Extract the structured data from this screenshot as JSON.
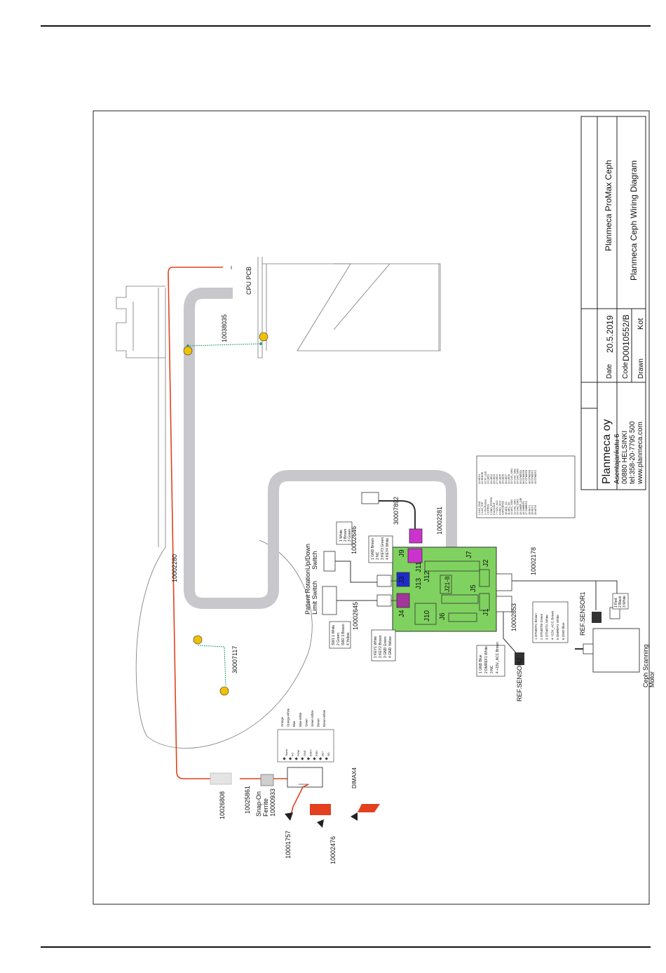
{
  "title_block": {
    "company": "Planmeca oy",
    "address_1": "Asentajankatu 6",
    "address_2": "00880 HELSINKI",
    "phone": "tel:358-20-7795 500",
    "web": "www.planmeca.com",
    "date_label": "Date",
    "date_value": "20.5.2019",
    "code_label": "Code",
    "code_value": "D0010552/B",
    "drawn_label": "Drawn",
    "drawn_value": "Kot",
    "product": "Planmeca ProMax Ceph",
    "drawing_title": "Planmeca Ceph Wiring Diagram"
  },
  "labels": {
    "cpu_pcb": "CPU PCB",
    "c10038035": "10038035",
    "c10002280": "10002280",
    "c30007117": "30007117",
    "c10002645": "10002645",
    "c10002646": "10002646",
    "c30007892": "30007892",
    "c10002281": "10002281",
    "c10002178": "10002178",
    "c10002853": "10002853",
    "ref_sensor1": "REF.SENSOR1",
    "ref_sensor2": "REF.SENSOR2",
    "ceph_motor_1": "Ceph Scanning",
    "ceph_motor_2": "Motor",
    "updown_1": "Up/Down",
    "updown_2": "Switch",
    "patient_1": "Patient Rotation",
    "patient_2": "Limit Switch",
    "dimax4": "DIMAX4",
    "c10026808": "10026808",
    "c10025861": "10025861",
    "snapon_1": "Snap-On",
    "snapon_2": "Ferrite",
    "c10000933": "10000933",
    "c10001757": "10001757",
    "c10002476": "10002476"
  },
  "connectors": {
    "j9": "J9",
    "j3": "J3",
    "j11": "J11",
    "j12": "J12",
    "j13": "J13",
    "j4": "J4",
    "j7": "J7",
    "j2": "J2",
    "j5": "J5",
    "j10": "J10",
    "j6": "J6",
    "j1": "J1",
    "j8": "J21-8"
  },
  "updown_wires": [
    "1 White",
    "2 Brown",
    "3 Green"
  ],
  "j3_pins": [
    "1 GND   Brown",
    "2 NC",
    "3 KEY3  Green",
    "4 KEY4  White"
  ],
  "patient_wires": [
    "SW1  1 White",
    "     2 Green",
    "SW2  3 Brown",
    "     4 Yellow"
  ],
  "j4_pins": [
    "1 KEY1  White",
    "2 KEY2  Brown",
    "3 GND   Green",
    "4 GND   Yellow"
  ],
  "j7_pins_a": [
    "1 LAS_CND",
    "2 LAS_STP",
    "3 +5V(Purple)",
    "4 DTPOS",
    "5 GND_RTPOS",
    "6 ACCOUT",
    "7 +12V_ACC",
    "8 GND_ACC",
    "9 AFCSPOS",
    "10 AEC_S3",
    "11 AEC_S0",
    "12 AEC_SDO",
    "13 CAS_SW1",
    "14 CAS_DIR2",
    "15 CMGR_DIR",
    "16 CMREF1",
    "17 CMREF2",
    "18 KEY1",
    "19 KEY2",
    "20 KEY5"
  ],
  "j7_pins_b": [
    "21 KEY4",
    "22 SENSE",
    "23 5V_LED",
    "24 LED1",
    "25 LED2",
    "26 LED3",
    "27 LED4",
    "28 LED5",
    "29 LED6",
    "30 LED7",
    "31 LED8",
    "32 CAS_SW1",
    "33 CAS_SW2",
    "34 CAS_SW3",
    "35 DTMOTA",
    "36 DTMOTB",
    "37 DTMOTB",
    "38 DTMOTB",
    "39 DTMOTC",
    "40 DTMOTC"
  ],
  "motor_pins": [
    "1 DTMOTC  Brown",
    "2 DTMOTB  Green",
    "3 DTMOTA  White",
    "4 +15V_ACC  Brown",
    "5 DMREF2  White",
    "6 GND  Blue"
  ],
  "sensor1_pins": [
    "1 Red",
    "2 Black",
    "3 White"
  ],
  "sensor2_pins": [
    "1 GND  Blue",
    "2 DMREF1  White",
    "3 NC",
    "4 +15V_ACC  Brown"
  ],
  "dimax_pins": [
    "Orange",
    "Orange-White",
    "Blue",
    "Blue-White",
    "Green",
    "Green-White",
    "Brown",
    "Brown-White"
  ],
  "dimax_signals": [
    "Teach",
    "NC",
    "POW",
    "GND",
    "RSD+",
    "RSD-",
    "SD+",
    "SD-"
  ],
  "colors": {
    "pcb": "#7fd25f",
    "cable_gray": "#c8c8cc",
    "red_wire": "#e2401e",
    "ground": "#f0c000",
    "ground_wire": "#2aa37a",
    "j9_purple": "#cc33cc",
    "j3_blue": "#1f2bcf",
    "j4_purple": "#a4359b"
  }
}
